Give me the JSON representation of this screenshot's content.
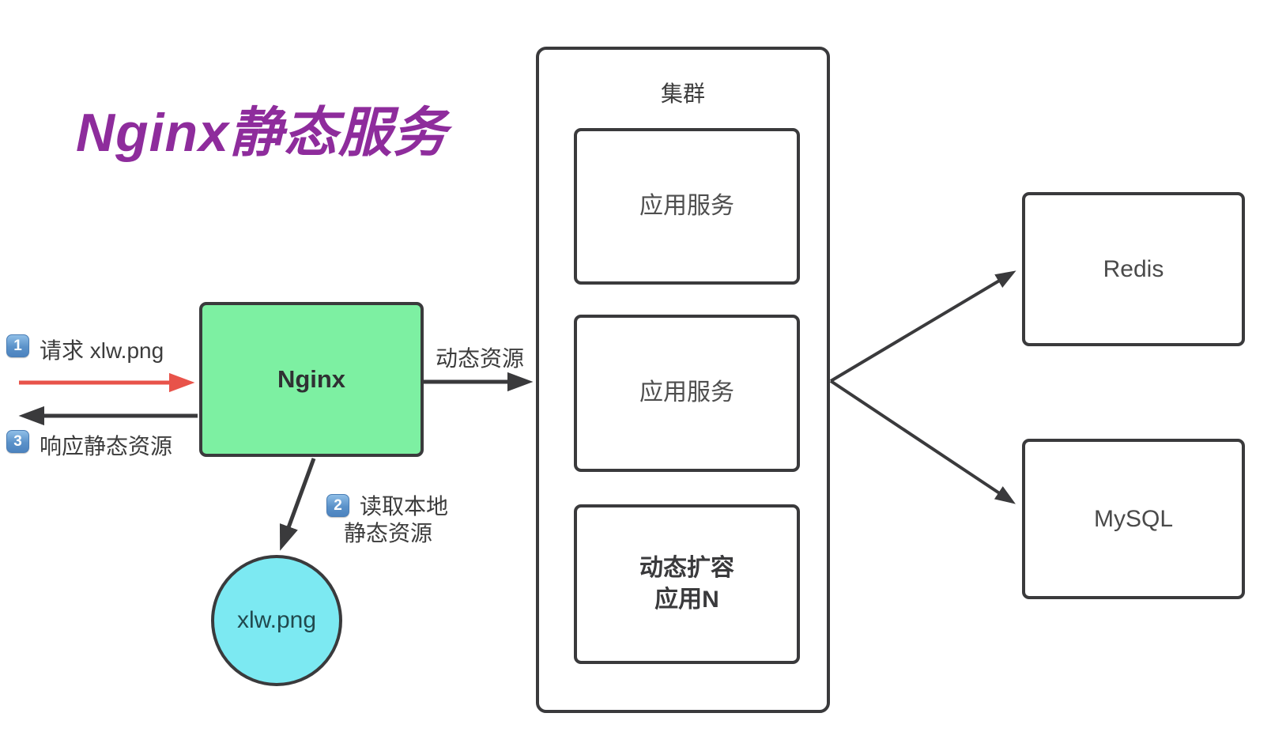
{
  "title": "Nginx静态服务",
  "colors": {
    "title": "#8E2C9C",
    "nginx_fill": "#7DF0A2",
    "file_fill": "#7CE9F2",
    "stroke": "#3A3A3C",
    "red_arrow": "#E8534A",
    "badge_blue": "#5B92C9"
  },
  "nodes": {
    "nginx": "Nginx",
    "cluster_title": "集群",
    "app_server_1": "应用服务",
    "app_server_2": "应用服务",
    "app_server_n_line1": "动态扩容",
    "app_server_n_line2": "应用N",
    "redis": "Redis",
    "mysql": "MySQL",
    "static_file": "xlw.png"
  },
  "labels": {
    "dynamic_resource": "动态资源"
  },
  "steps": [
    {
      "num": "1",
      "text": "请求 xlw.png"
    },
    {
      "num": "2",
      "line1": "读取本地",
      "line2": "静态资源"
    },
    {
      "num": "3",
      "text": "响应静态资源"
    }
  ]
}
